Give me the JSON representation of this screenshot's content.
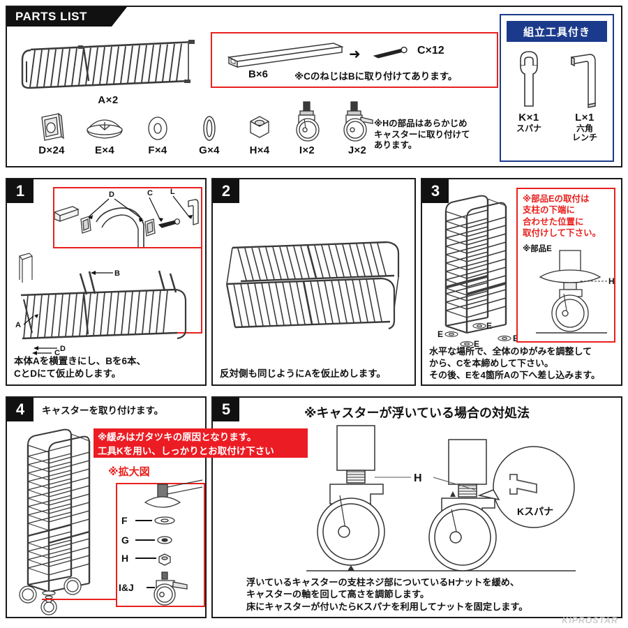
{
  "parts_list": {
    "header": "PARTS LIST",
    "main_part": {
      "label": "A×2",
      "icon": "rack-shelf-icon"
    },
    "bc_box": {
      "b_label": "B×6",
      "c_label": "C×12",
      "arrow": "➜",
      "note": "※CのねじはBに取り付けてあります。",
      "b_icon": "square-tube-icon",
      "c_icon": "bolt-icon"
    },
    "small_parts": [
      {
        "label": "D×24",
        "icon": "bracket-icon"
      },
      {
        "label": "E×4",
        "icon": "dome-cap-icon"
      },
      {
        "label": "F×4",
        "icon": "flat-washer-icon"
      },
      {
        "label": "G×4",
        "icon": "spring-washer-icon"
      },
      {
        "label": "H×4",
        "icon": "hex-nut-icon"
      },
      {
        "label": "I×2",
        "icon": "caster-icon"
      },
      {
        "label": "J×2",
        "icon": "caster-brake-icon"
      }
    ],
    "h_note": "※Hの部品はあらかじめ\nキャスターに取り付けて\nあります。"
  },
  "tool_box": {
    "title": "組立工具付き",
    "tools": [
      {
        "label": "K×1",
        "sub": "スパナ",
        "icon": "wrench-icon"
      },
      {
        "label": "L×1",
        "sub": "六角\nレンチ",
        "icon": "hex-key-icon"
      }
    ]
  },
  "steps": [
    {
      "number": "1",
      "caption": "本体Aを横置きにし、Bを6本、\nCとDにて仮止めします。",
      "detail_labels": [
        "D",
        "C",
        "L"
      ],
      "diagram_labels": [
        "B",
        "A",
        "D",
        "C"
      ]
    },
    {
      "number": "2",
      "caption": "反対側も同じようにAを仮止めします。"
    },
    {
      "number": "3",
      "caption": "水平な場所で、全体のゆがみを調整して\nから、Cを本締めして下さい。\nその後、Eを4箇所Aの下へ差し込みます。",
      "warning": "※部品Eの取付は\n支柱の下端に\n合わせた位置に\n取付けして下さい。",
      "detail_caption": "※部品E",
      "detail_label_h": "H",
      "e_labels": [
        "E",
        "E",
        "E",
        "E"
      ]
    },
    {
      "number": "4",
      "heading": "キャスターを取り付けます。",
      "banner": "※緩みはガタツキの原因となります。\n工具Kを用い、しっかりとお取付け下さい",
      "zoom_label": "※拡大図",
      "detail_rows": [
        {
          "label": "F",
          "icon": "flat-washer-icon"
        },
        {
          "label": "G",
          "icon": "spring-washer-icon"
        },
        {
          "label": "H",
          "icon": "hex-nut-icon"
        },
        {
          "label": "I&J",
          "icon": "caster-icon"
        }
      ]
    },
    {
      "number": "5",
      "title": "※キャスターが浮いている場合の対処法",
      "label_h": "H",
      "callout": "Kスパナ",
      "caption": "浮いているキャスターの支柱ネジ部についているHナットを緩め、\nキャスターの軸を回して高さを調節します。\n床にキャスターが付いたらKスパナを利用してナットを固定します。"
    }
  ],
  "brand": "KIPROSTAR",
  "colors": {
    "red": "#e8211e",
    "banner_red": "#ec1c24",
    "blue": "#1b3a8c",
    "black": "#111111",
    "brand_gray": "#c9c9c9"
  }
}
